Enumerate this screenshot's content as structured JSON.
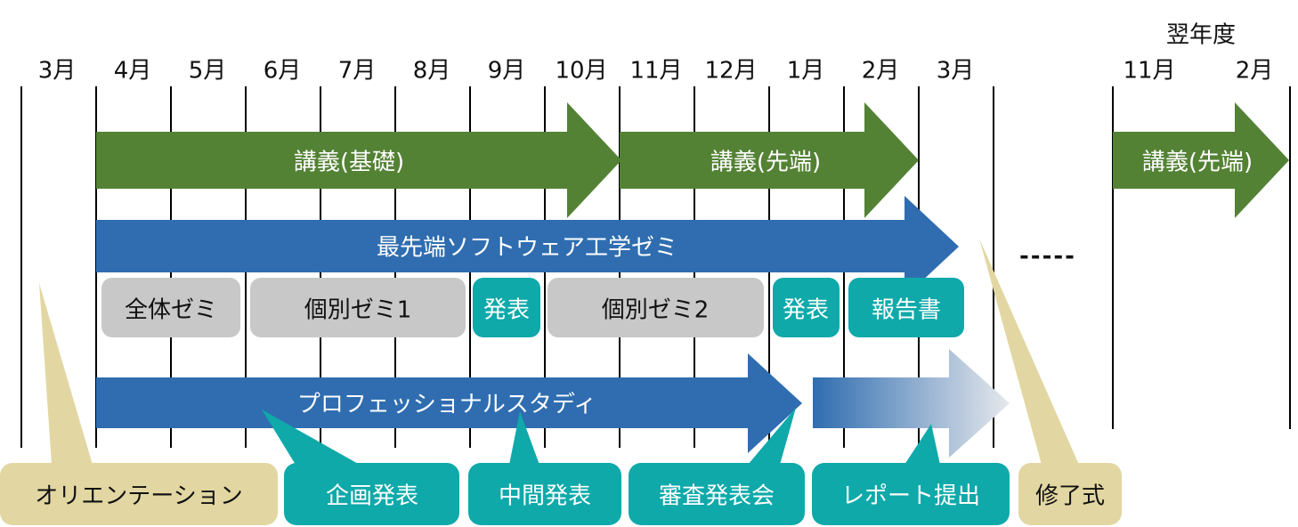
{
  "next_year_label": "翌年度",
  "months": [
    "3月",
    "4月",
    "5月",
    "6月",
    "7月",
    "8月",
    "9月",
    "10月",
    "11月",
    "12月",
    "1月",
    "2月",
    "3月",
    "11月",
    "2月"
  ],
  "ellipsis": "-----",
  "arrows": {
    "lecture_basic": "講義(基礎)",
    "lecture_advanced": "講義(先端)",
    "lecture_advanced_next": "講義(先端)",
    "seminar": "最先端ソフトウェア工学ゼミ",
    "professional_study": "プロフェッショナルスタディ"
  },
  "seminar_blocks": [
    "全体ゼミ",
    "個別ゼミ1",
    "発表",
    "個別ゼミ2",
    "発表",
    "報告書"
  ],
  "callouts": [
    "オリエンテーション",
    "企画発表",
    "中間発表",
    "審査発表会",
    "レポート提出",
    "修了式"
  ],
  "colors": {
    "green": "#548235",
    "blue": "#2f6db0",
    "teal": "#0fa9aa",
    "gray": "#c8c8c8",
    "beige": "#e2d7a2"
  }
}
